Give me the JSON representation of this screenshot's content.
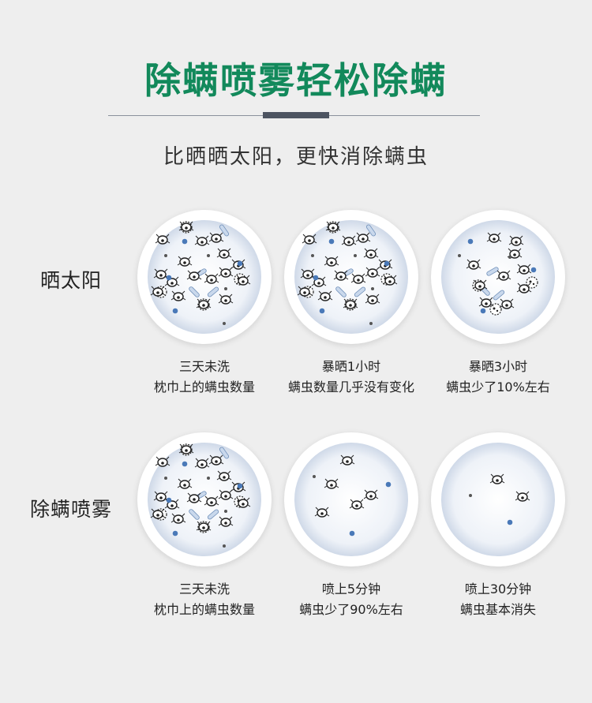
{
  "title": "除螨喷雾轻松除螨",
  "subtitle": "比晒晒太阳，更快消除螨虫",
  "rows": [
    {
      "label": "晒太阳",
      "items": [
        {
          "line1": "三天未洗",
          "line2": "枕巾上的螨虫数量",
          "level": "many"
        },
        {
          "line1": "暴晒1小时",
          "line2": "螨虫数量几乎没有变化",
          "level": "many"
        },
        {
          "line1": "暴晒3小时",
          "line2": "螨虫少了10%左右",
          "level": "slightly-fewer"
        }
      ]
    },
    {
      "label": "除螨喷雾",
      "items": [
        {
          "line1": "三天未洗",
          "line2": "枕巾上的螨虫数量",
          "level": "many"
        },
        {
          "line1": "喷上5分钟",
          "line2": "螨虫少了90%左右",
          "level": "few"
        },
        {
          "line1": "喷上30分钟",
          "line2": "螨虫基本消失",
          "level": "almost-none"
        }
      ]
    }
  ],
  "colors": {
    "title": "#12895b",
    "rule_mark": "#4d5461",
    "dot_blue": "#4a79b8",
    "background": "#eeeeee"
  }
}
